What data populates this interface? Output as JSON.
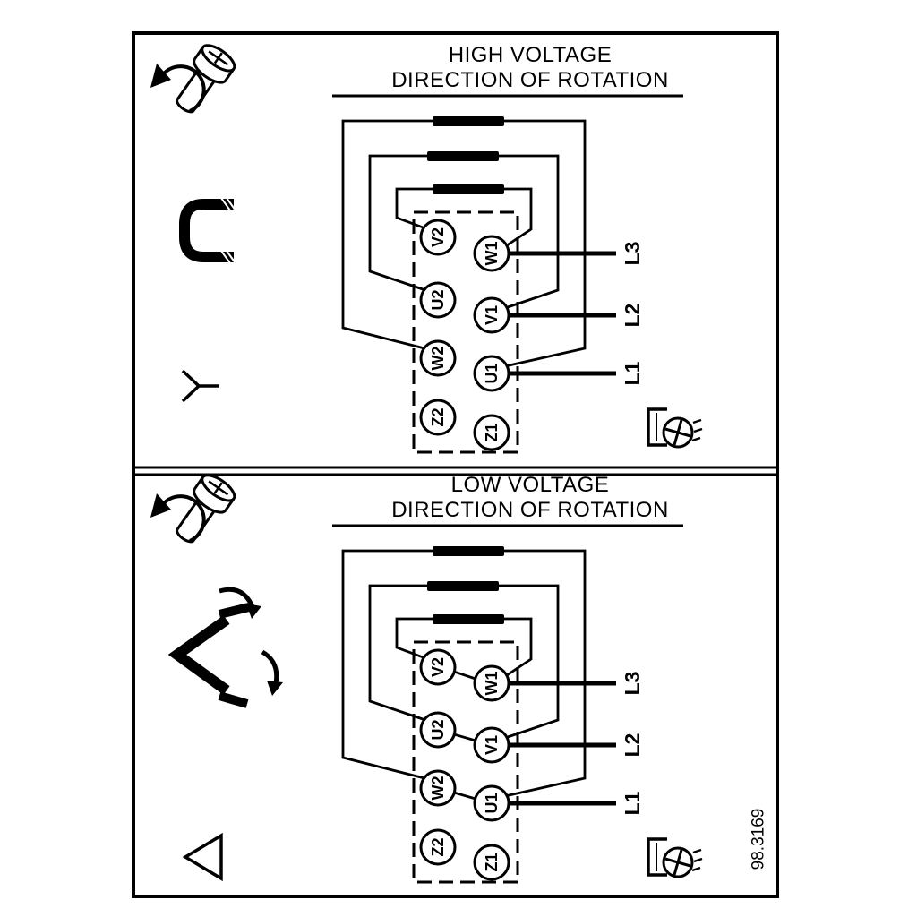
{
  "figure": {
    "number": "98.3169"
  },
  "colors": {
    "ink": "#000000",
    "background": "#ffffff"
  },
  "panels": [
    {
      "name": "high-voltage",
      "title": "HIGH VOLTAGE",
      "subtitle": "DIRECTION OF ROTATION",
      "connection": "star",
      "terminals_left": [
        "V2",
        "U2",
        "W2",
        "Z2"
      ],
      "terminals_right": [
        "W1",
        "V1",
        "U1",
        "Z1"
      ],
      "supply_labels": [
        "L3",
        "L2",
        "L1"
      ],
      "icons": [
        "screw-rotation-icon",
        "jumper-link-icon",
        "star-symbol-icon",
        "ground-screw-icon"
      ]
    },
    {
      "name": "low-voltage",
      "title": "LOW VOLTAGE",
      "subtitle": "DIRECTION OF ROTATION",
      "connection": "delta",
      "terminals_left": [
        "V2",
        "U2",
        "W2",
        "Z2"
      ],
      "terminals_right": [
        "W1",
        "V1",
        "U1",
        "Z1"
      ],
      "supply_labels": [
        "L3",
        "L2",
        "L1"
      ],
      "icons": [
        "screw-rotation-icon",
        "delta-jumper-icon",
        "delta-symbol-icon",
        "ground-screw-icon"
      ]
    }
  ]
}
